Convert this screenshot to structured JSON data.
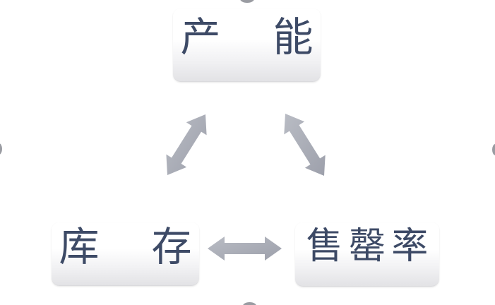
{
  "diagram": {
    "title": "capacity-inventory-sellthrough relationship diagram",
    "nodes": {
      "capacity": {
        "label": "产能"
      },
      "inventory": {
        "label": "库存"
      },
      "sell_through": {
        "label": "售罄率"
      }
    },
    "relations": [
      {
        "from": "capacity",
        "to": "inventory",
        "bidirectional": true
      },
      {
        "from": "capacity",
        "to": "sell_through",
        "bidirectional": true
      },
      {
        "from": "inventory",
        "to": "sell_through",
        "bidirectional": true
      }
    ],
    "colors": {
      "background": "#ffffff",
      "node_text": "#3d4a66",
      "node_bg_top": "#ffffff",
      "node_bg_mid": "#f2f2f4",
      "node_bg_bottom": "#e2e2e5",
      "arrow_light": "#b9bcc4",
      "arrow_dark": "#9da0ab",
      "dot_color": "#9a9ca2"
    }
  }
}
